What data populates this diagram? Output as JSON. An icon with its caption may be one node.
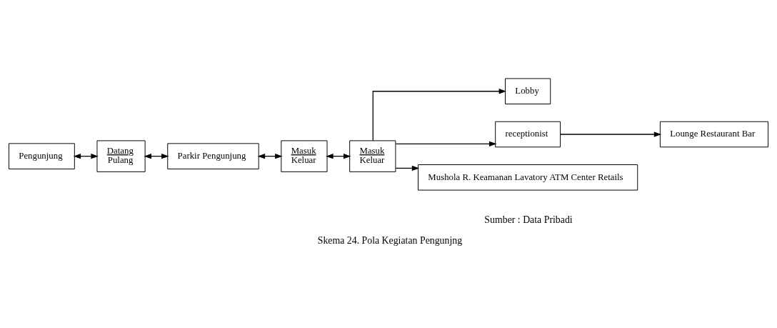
{
  "diagram": {
    "caption": "Skema 24. Pola Kegiatan Pengunjng",
    "nodes": [
      {
        "text": [
          "Pengunjung"
        ]
      },
      {
        "text": [
          "Datang",
          "Pulang"
        ]
      },
      {
        "text": [
          "Parkir Pengunjung"
        ]
      },
      {
        "text": [
          "Masuk",
          "Keluar"
        ]
      },
      {
        "text": [
          "Masuk",
          "Keluar"
        ]
      },
      {
        "text": [
          "Lobby"
        ]
      },
      {
        "text": [
          "receptionist"
        ]
      },
      {
        "text": [
          "Lounge Restaurant Bar"
        ]
      },
      {
        "text": [
          "Mushola R. Keamanan Lavatory ATM Center Retails"
        ]
      }
    ],
    "edges": [
      {
        "from": 0,
        "to": 1,
        "arrow": "both"
      },
      {
        "from": 1,
        "to": 2,
        "arrow": "both"
      },
      {
        "from": 2,
        "to": 3,
        "arrow": "both"
      },
      {
        "from": 3,
        "to": 4,
        "arrow": "both"
      },
      {
        "from": 4,
        "to": 5,
        "arrow": "to"
      },
      {
        "from": 4,
        "to": 6,
        "arrow": "to"
      },
      {
        "from": 4,
        "to": 8,
        "arrow": "to"
      },
      {
        "from": 6,
        "to": 7,
        "arrow": "to"
      }
    ],
    "labels": [
      "Sumber : Data Pribadi"
    ]
  }
}
